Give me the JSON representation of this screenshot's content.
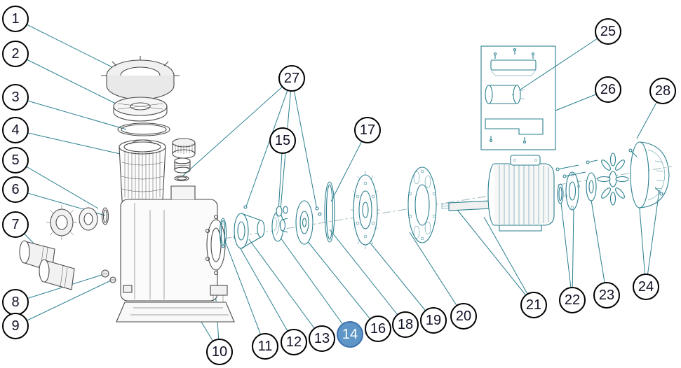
{
  "diagram": {
    "highlighted_callout": "14"
  },
  "colors": {
    "background": "#ffffff",
    "callout_border": "#000000",
    "callout_text": "#101026",
    "callout_bg": "#ffffff",
    "highlight_fill": "#5e96c8",
    "highlight_text": "#ffffff",
    "highlight_border": "#3c72ae",
    "leader_line": "#2a7f8f",
    "part_stroke_teal": "#2a7f8f",
    "part_stroke_dark": "#4a4a4a"
  },
  "callouts": [
    {
      "label": "1",
      "highlighted": false
    },
    {
      "label": "2",
      "highlighted": false
    },
    {
      "label": "3",
      "highlighted": false
    },
    {
      "label": "4",
      "highlighted": false
    },
    {
      "label": "5",
      "highlighted": false
    },
    {
      "label": "6",
      "highlighted": false
    },
    {
      "label": "7",
      "highlighted": false
    },
    {
      "label": "8",
      "highlighted": false
    },
    {
      "label": "9",
      "highlighted": false
    },
    {
      "label": "10",
      "highlighted": false
    },
    {
      "label": "11",
      "highlighted": false
    },
    {
      "label": "12",
      "highlighted": false
    },
    {
      "label": "13",
      "highlighted": false
    },
    {
      "label": "14",
      "highlighted": true
    },
    {
      "label": "15",
      "highlighted": false
    },
    {
      "label": "16",
      "highlighted": false
    },
    {
      "label": "17",
      "highlighted": false
    },
    {
      "label": "18",
      "highlighted": false
    },
    {
      "label": "19",
      "highlighted": false
    },
    {
      "label": "20",
      "highlighted": false
    },
    {
      "label": "21",
      "highlighted": false
    },
    {
      "label": "22",
      "highlighted": false
    },
    {
      "label": "23",
      "highlighted": false
    },
    {
      "label": "24",
      "highlighted": false
    },
    {
      "label": "25",
      "highlighted": false
    },
    {
      "label": "26",
      "highlighted": false
    },
    {
      "label": "27",
      "highlighted": false
    },
    {
      "label": "28",
      "highlighted": false
    }
  ]
}
